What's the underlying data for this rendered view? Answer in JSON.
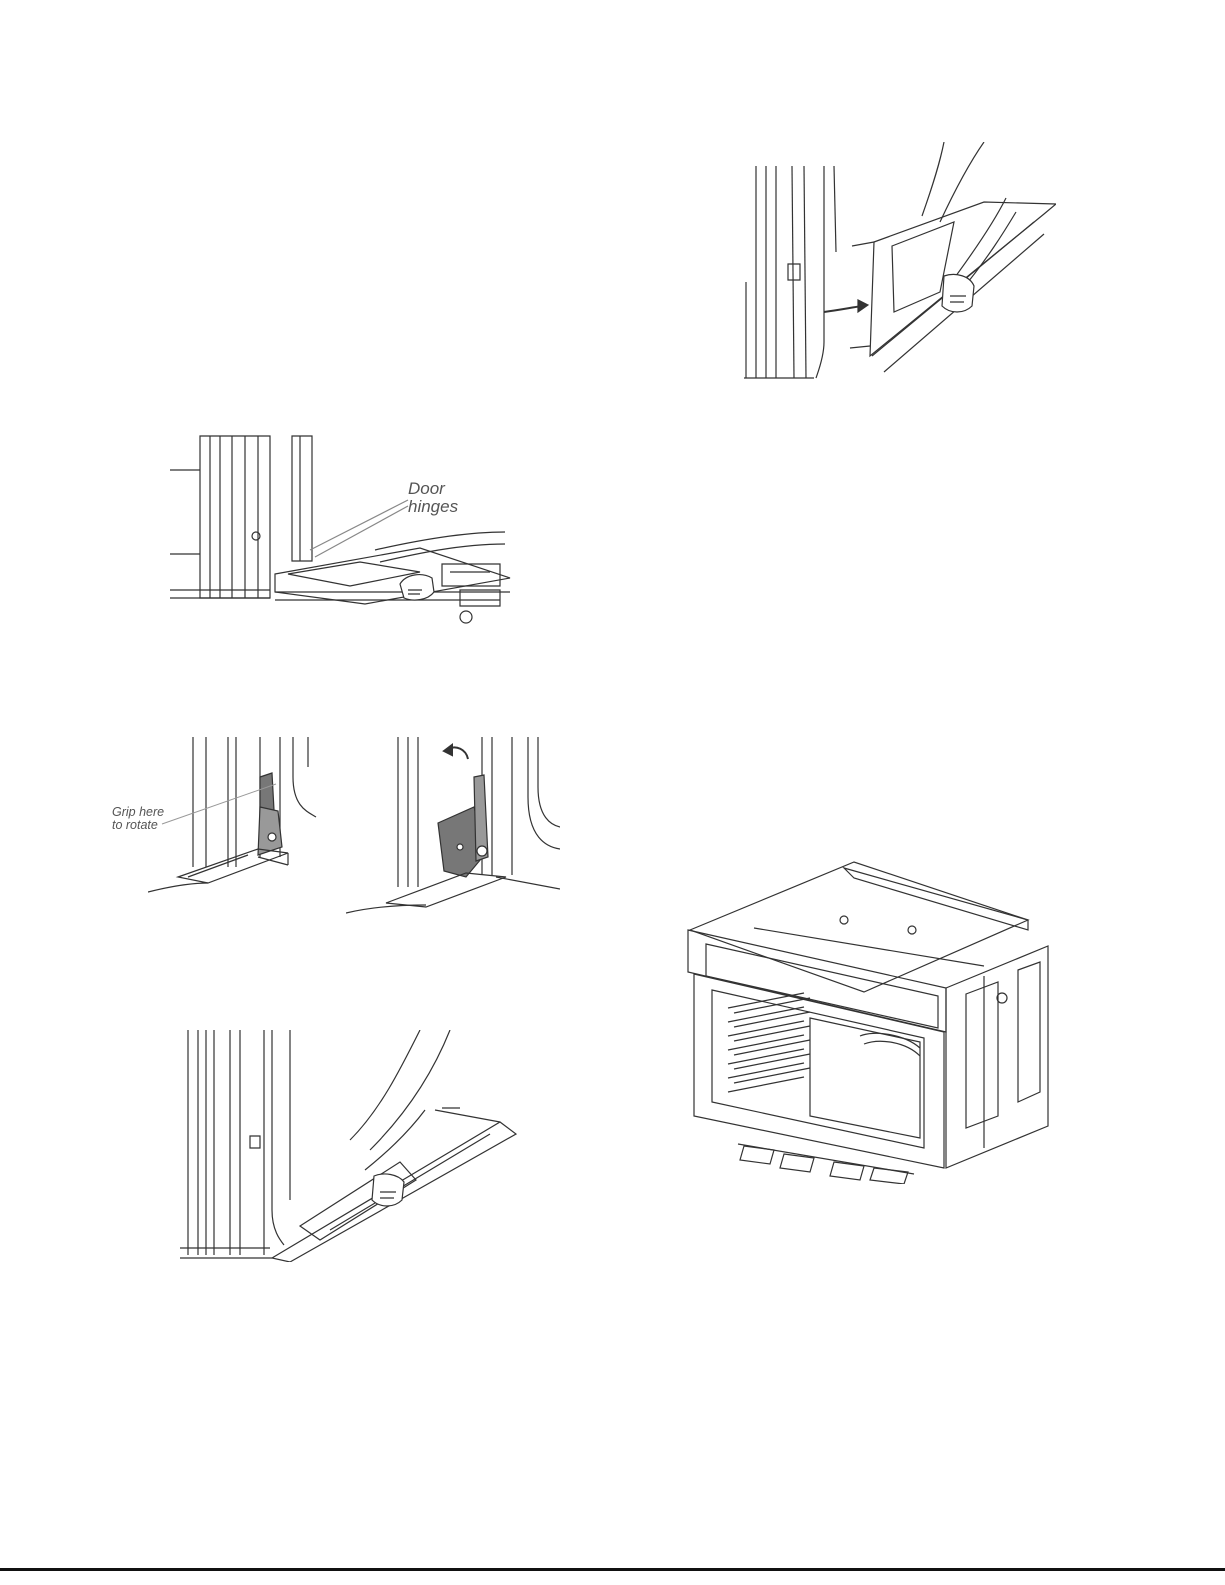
{
  "figures": {
    "door_hinges": {
      "label_line1": "Door",
      "label_line2": "hinges"
    },
    "grip_rotate": {
      "label_line1": "Grip here",
      "label_line2": "to rotate"
    }
  },
  "icons": [
    "hand-icon",
    "arrow-icon"
  ],
  "colors": {
    "line": "#333333",
    "hinge": "#555555",
    "background": "#ffffff"
  }
}
